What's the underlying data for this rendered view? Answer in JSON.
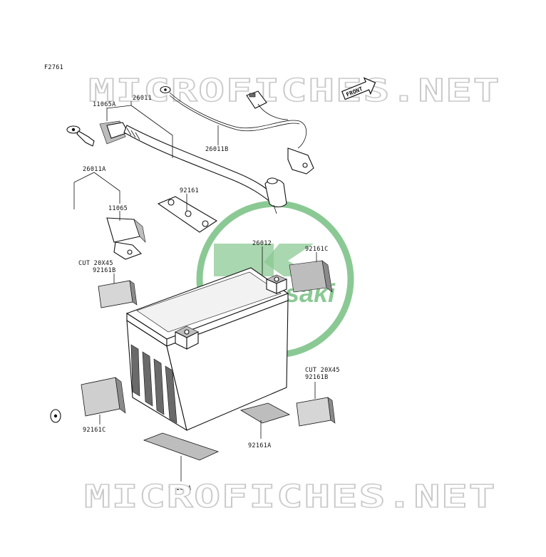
{
  "figure_id": "F2761",
  "watermark": {
    "text": "MICROFICHES.NET",
    "logo_text": "Kawasaki",
    "logo_color": "#2e9e3e"
  },
  "front_badge": "FRONT",
  "labels": {
    "p26011": "26011",
    "p11065A": "11065A",
    "p26011B": "26011B",
    "p26011A": "26011A",
    "p11065": "11065",
    "p92161": "92161",
    "p26012": "26012",
    "p92161C_top": "92161C",
    "cut_left": "CUT 20X45",
    "p92161B_left": "92161B",
    "cut_right": "CUT 20X45",
    "p92161B_right": "92161B",
    "p92161C_bottom": "92161C",
    "p92161A_mid": "92161A",
    "p92161A_bottom": "92161A"
  }
}
